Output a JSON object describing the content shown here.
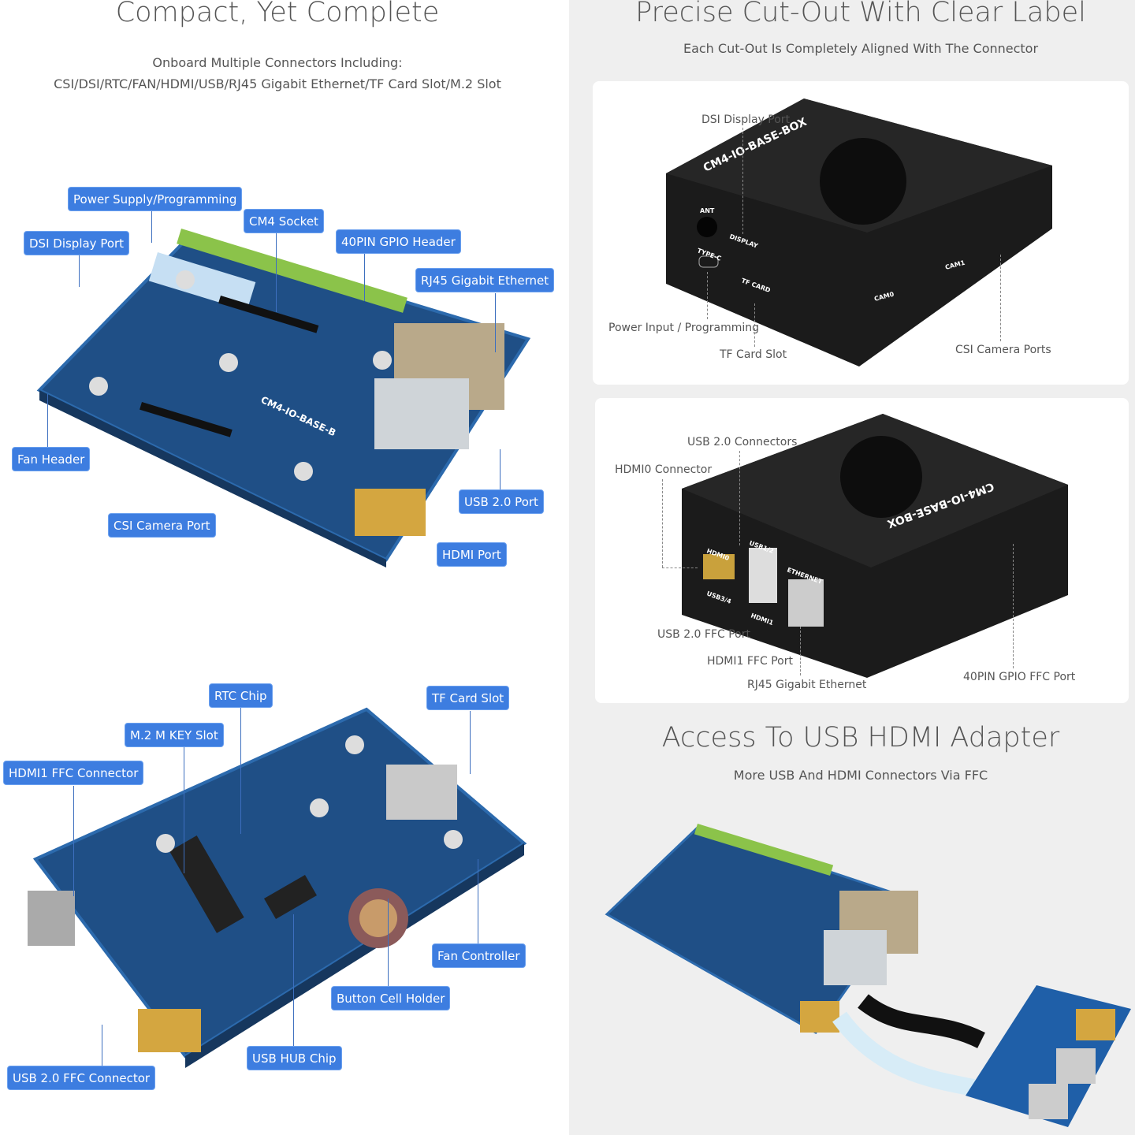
{
  "left": {
    "title": "Compact, Yet Complete",
    "subtitle_1": "Onboard Multiple Connectors Including:",
    "subtitle_2": "CSI/DSI/RTC/FAN/HDMI/USB/RJ45 Gigabit Ethernet/TF Card Slot/M.2 Slot",
    "top_labels": [
      "Power Supply/Programming",
      "DSI Display Port",
      "CM4 Socket",
      "40PIN GPIO Header",
      "RJ45 Gigabit Ethernet",
      "Fan Header",
      "USB 2.0 Port",
      "CSI Camera Port",
      "HDMI Port"
    ],
    "bottom_labels": [
      "RTC Chip",
      "TF Card Slot",
      "M.2 M KEY Slot",
      "HDMI1 FFC Connector",
      "Fan Controller",
      "Button Cell Holder",
      "USB HUB Chip",
      "USB 2.0 FFC Connector"
    ],
    "board_print": "CM4-IO-BASE-B"
  },
  "right": {
    "title": "Precise Cut-Out With Clear Label",
    "subtitle": "Each Cut-Out Is Completely Aligned With The Connector",
    "case1": {
      "brand": "CM4-IO-BASE-BOX",
      "port_marks": [
        "ANT",
        "TYPE-C",
        "DISPLAY",
        "TF CARD",
        "CAM0",
        "CAM1"
      ],
      "labels": [
        "DSI Display Port",
        "Power Input / Programming",
        "TF Card Slot",
        "CSI Camera Ports"
      ]
    },
    "case2": {
      "brand": "CM4-IO-BASE-BOX",
      "port_marks": [
        "HDMI0",
        "USB1/2",
        "ETHERNET",
        "USB3/4",
        "HDMI1"
      ],
      "labels": [
        "USB 2.0 Connectors",
        "HDMI0 Connector",
        "USB 2.0 FFC Port",
        "HDMI1 FFC Port",
        "RJ45 Gigabit Ethernet",
        "40PIN GPIO FFC Port"
      ]
    },
    "title2": "Access To USB HDMI Adapter",
    "subtitle2": "More USB And HDMI Connectors Via FFC"
  },
  "colors": {
    "label_bg": "#3d7de0",
    "board": "#1f4f86",
    "case": "#1b1b1b",
    "right_bg": "#efefef"
  }
}
